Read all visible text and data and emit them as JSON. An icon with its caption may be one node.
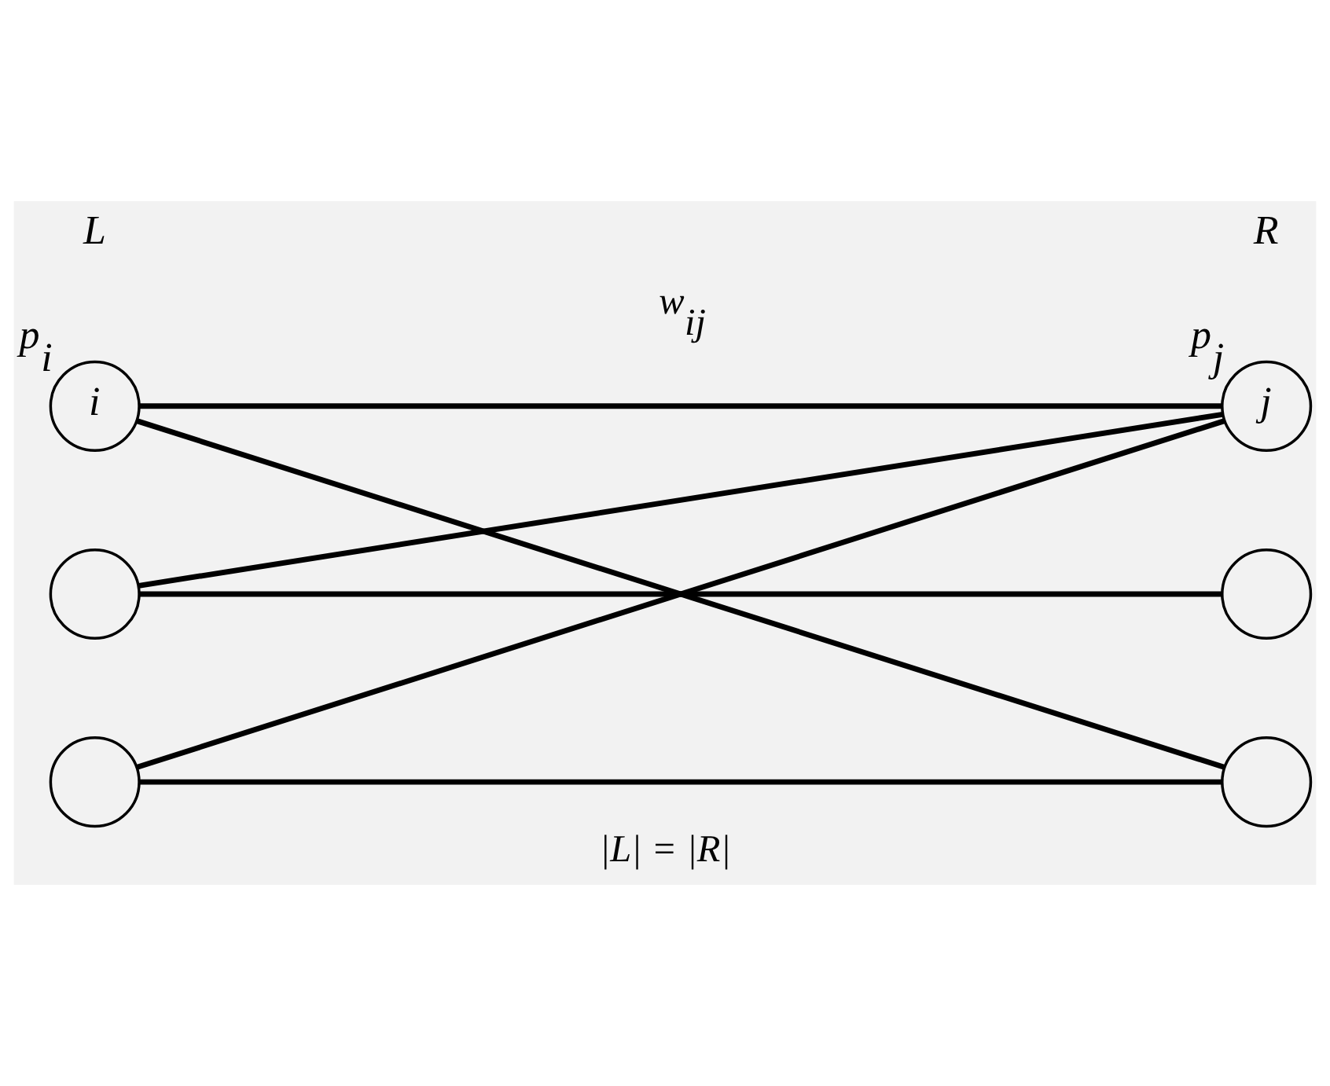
{
  "diagram": {
    "caption": "|L| = |R|",
    "nodes": [
      {
        "text": [
          "i"
        ],
        "beside": [
          "p$_{i}$"
        ]
      },
      {
        "text": [
          "j"
        ],
        "beside": [
          "p$_{j}$"
        ]
      },
      {
        "text": [],
        "shape": "circle"
      },
      {
        "text": [],
        "shape": "circle"
      },
      {
        "text": [],
        "shape": "circle"
      },
      {
        "text": [],
        "shape": "circle"
      }
    ],
    "edges": [
      {
        "from": 0,
        "to": 1,
        "arrow": "none",
        "label": "w$_{ij}$"
      },
      {
        "from": 0,
        "to": 5,
        "arrow": "none"
      },
      {
        "from": 2,
        "to": 1,
        "arrow": "none"
      },
      {
        "from": 2,
        "to": 3,
        "arrow": "none"
      },
      {
        "from": 4,
        "to": 1,
        "arrow": "none"
      },
      {
        "from": 4,
        "to": 5,
        "arrow": "none"
      }
    ],
    "labels": [
      "L",
      "R"
    ]
  }
}
